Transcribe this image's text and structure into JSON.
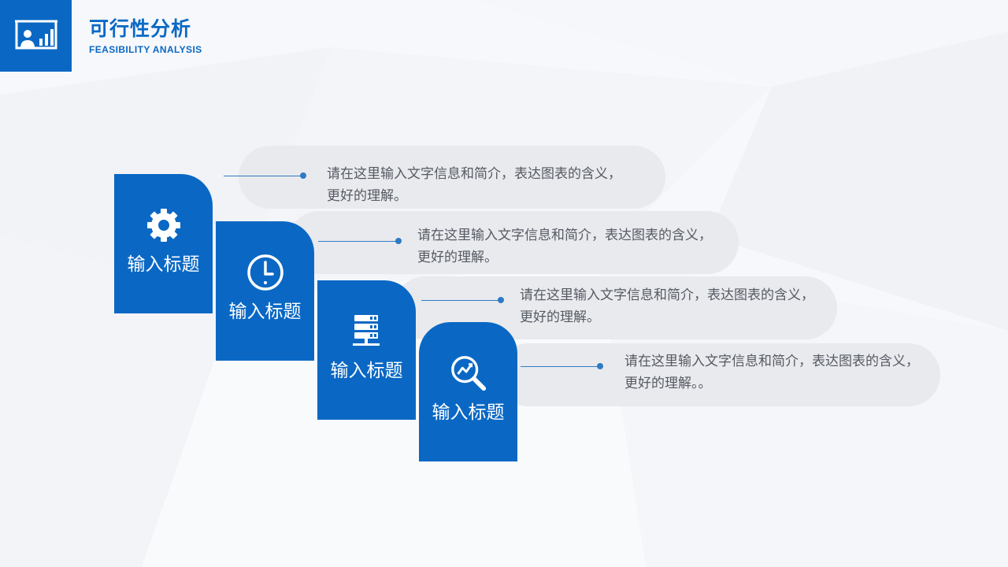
{
  "header": {
    "title": "可行性分析",
    "subtitle": "FEASIBILITY ANALYSIS",
    "logo_icon": "presentation-board-icon"
  },
  "colors": {
    "accent": "#0a68c4",
    "pill": "#e9eaee",
    "text": "#555a62"
  },
  "steps": [
    {
      "title": "输入标题",
      "icon": "gear-icon",
      "description": "请在这里输入文字信息和简介，表达图表的含义，更好的理解。"
    },
    {
      "title": "输入标题",
      "icon": "clock-icon",
      "description": "请在这里输入文字信息和简介，表达图表的含义，更好的理解。"
    },
    {
      "title": "输入标题",
      "icon": "server-icon",
      "description": "请在这里输入文字信息和简介，表达图表的含义，更好的理解。"
    },
    {
      "title": "输入标题",
      "icon": "magnifier-chart-icon",
      "description": "请在这里输入文字信息和简介，表达图表的含义，更好的理解。。"
    }
  ]
}
